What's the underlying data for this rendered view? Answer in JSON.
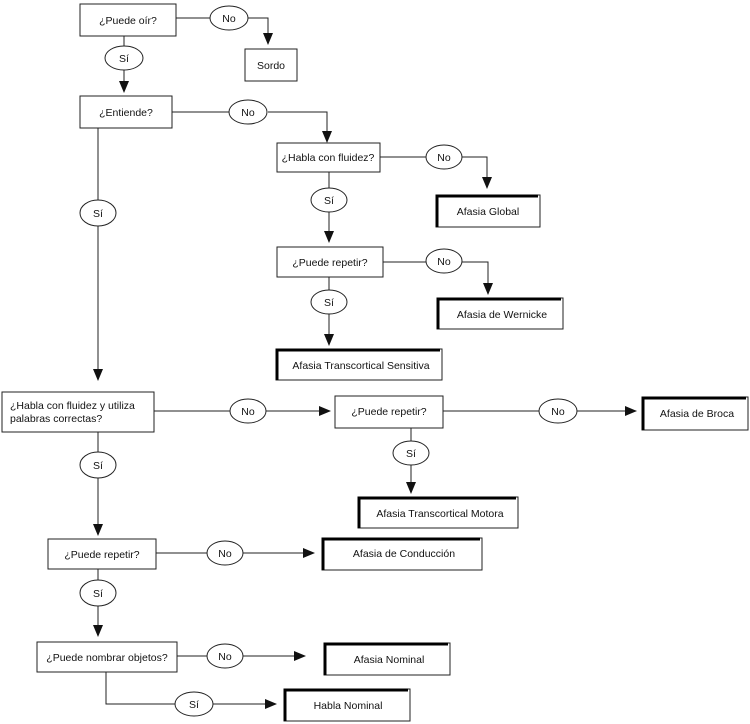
{
  "questions": {
    "oir": "¿Puede oír?",
    "entiende": "¿Entiende?",
    "fluidez": "¿Habla con fluidez?",
    "repetir_sens": "¿Puede repetir?",
    "fluidez_correctas_1": "¿Habla con fluidez y utiliza",
    "fluidez_correctas_2": "palabras correctas?",
    "repetir_motor": "¿Puede repetir?",
    "repetir_cond": "¿Puede repetir?",
    "nombrar": "¿Puede nombrar objetos?"
  },
  "outcomes": {
    "sordo": "Sordo",
    "global": "Afasia Global",
    "wernicke": "Afasia de Wernicke",
    "trans_sensitiva": "Afasia Transcortical Sensitiva",
    "broca": "Afasia de Broca",
    "trans_motora": "Afasia Transcortical Motora",
    "conduccion": "Afasia de Conducción",
    "nominal": "Afasia Nominal",
    "habla_nominal": "Habla Nominal"
  },
  "answers": {
    "yes": "Sí",
    "no": "No"
  }
}
